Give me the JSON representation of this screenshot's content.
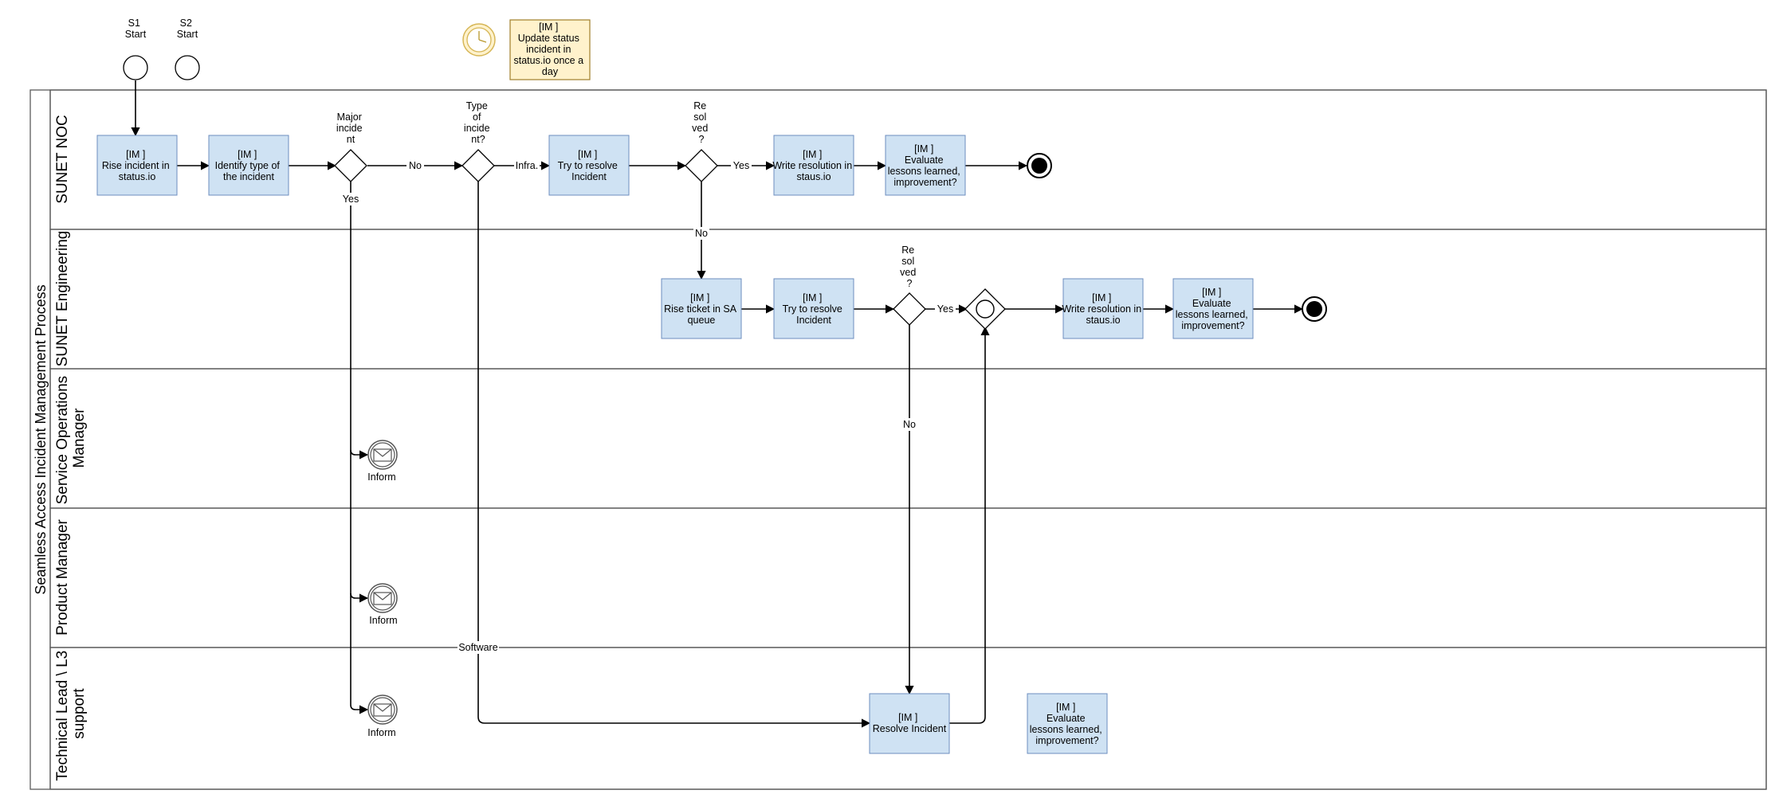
{
  "pool": {
    "title": "Seamless Access Incident Management Process"
  },
  "lanes": [
    {
      "id": "noc",
      "lines": [
        "SUNET NOC"
      ]
    },
    {
      "id": "eng",
      "lines": [
        "SUNET Engineering"
      ]
    },
    {
      "id": "som",
      "lines": [
        "Service Operations",
        "Manager"
      ]
    },
    {
      "id": "pm",
      "lines": [
        "Product Manager"
      ]
    },
    {
      "id": "tl",
      "lines": [
        "Technical Lead \\ L3",
        "support"
      ]
    }
  ],
  "start_events": [
    {
      "id": "s1",
      "lines": [
        "S1",
        "Start"
      ]
    },
    {
      "id": "s2",
      "lines": [
        "S2",
        "Start"
      ]
    }
  ],
  "timer_note": {
    "lines": [
      "[IM ]",
      "Update status",
      "incident in",
      "status.io once a",
      "day"
    ]
  },
  "tasks": [
    {
      "id": "t1",
      "lines": [
        "[IM ]",
        "Rise incident in",
        "status.io"
      ]
    },
    {
      "id": "t2",
      "lines": [
        "[IM ]",
        "Identify type of",
        "the incident"
      ]
    },
    {
      "id": "t3",
      "lines": [
        "[IM ]",
        "Try to resolve",
        "Incident"
      ]
    },
    {
      "id": "t4",
      "lines": [
        "[IM ]",
        "Write resolution in",
        "staus.io"
      ]
    },
    {
      "id": "t5",
      "lines": [
        "[IM ]",
        "Evaluate",
        "lessons learned,",
        "improvement?"
      ]
    },
    {
      "id": "t6",
      "lines": [
        "[IM ]",
        "Rise ticket in SA",
        "queue"
      ]
    },
    {
      "id": "t7",
      "lines": [
        "[IM ]",
        "Try to resolve",
        "Incident"
      ]
    },
    {
      "id": "t8",
      "lines": [
        "[IM ]",
        "Write resolution in",
        "staus.io"
      ]
    },
    {
      "id": "t9",
      "lines": [
        "[IM ]",
        "Evaluate",
        "lessons learned,",
        "improvement?"
      ]
    },
    {
      "id": "t10",
      "lines": [
        "[IM ]",
        "Resolve Incident"
      ]
    },
    {
      "id": "t11",
      "lines": [
        "[IM ]",
        "Evaluate",
        "lessons learned,",
        "improvement?"
      ]
    }
  ],
  "gateways": [
    {
      "id": "g1",
      "lines": [
        "Major",
        "incide",
        "nt"
      ]
    },
    {
      "id": "g2",
      "lines": [
        "Type",
        "of",
        "incide",
        "nt?"
      ]
    },
    {
      "id": "g3",
      "lines": [
        "Re",
        "sol",
        "ved",
        "?"
      ]
    },
    {
      "id": "g4",
      "lines": [
        "Re",
        "sol",
        "ved",
        "?"
      ]
    }
  ],
  "inform_events": [
    {
      "id": "m1",
      "label": "Inform"
    },
    {
      "id": "m2",
      "label": "Inform"
    },
    {
      "id": "m3",
      "label": "Inform"
    }
  ],
  "flow_labels": {
    "no_major": "No",
    "yes_major": "Yes",
    "infra": "Infra.",
    "software": "Software",
    "yes_resolved_noc": "Yes",
    "no_resolved_noc": "No",
    "yes_resolved_eng": "Yes",
    "no_resolved_eng": "No"
  }
}
